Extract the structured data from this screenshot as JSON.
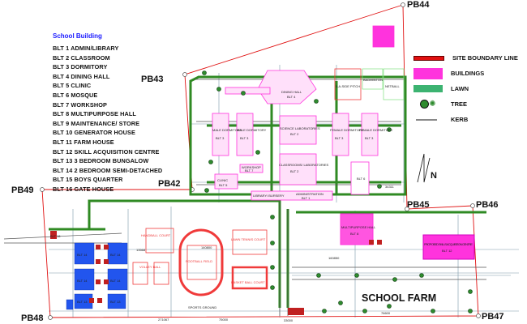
{
  "building_list": {
    "title": "School Building",
    "items": [
      "BLT 1  ADMIN/LIBRARY",
      "BLT 2  CLASSROOM",
      "BLT 3  DORMITORY",
      "BLT 4  DINING HALL",
      "BLT 5  CLINIC",
      "BLT 6  MOSQUE",
      "BLT 7  WORKSHOP",
      "BLT 8  MULTIPURPOSE HALL",
      "BLT 9  MAINTENANCE/ STORE",
      "BLT 10  GENERATOR HOUSE",
      "BLT 11  FARM HOUSE",
      "BLT 12  SKILL ACQUISITION CENTRE",
      "BLT 13  3 BEDROOM BUNGALOW",
      "BLT 14  2 BEDROOM SEMI-DETACHED",
      "BLT 15  BOYS QUARTER",
      "BLT 16  GATE HOUSE"
    ]
  },
  "legend": [
    {
      "label": "SITE BOUNDARY LINE",
      "color": "#e01010"
    },
    {
      "label": "BUILDINGS",
      "color": "#ff33dd"
    },
    {
      "label": "LAWN",
      "color": "#3cb371"
    },
    {
      "label": "TREE",
      "color": "#2e8b2e"
    },
    {
      "label": "KERB",
      "color": "#888888"
    }
  ],
  "beacons": {
    "pb44": "PB44",
    "pb43": "PB43",
    "pb42": "PB42",
    "pb49": "PB49",
    "pb48": "PB48",
    "pb45": "PB45",
    "pb46": "PB46",
    "pb47": "PB47"
  },
  "plan_labels": {
    "male_dorm": "MALE DORMITORY",
    "female_dorm": "FEMALE DORMITORY",
    "blt3": "BLT 3",
    "science_labs": "SCIENCE LABORATORIES",
    "blt2": "BLT 2",
    "classrooms_labs": "CLASSROOMS/ LABORATORIES",
    "dining_hall": "DINING HALL",
    "blt4": "BLT 4",
    "workshop": "WORKSHOP",
    "blt7": "BLT 7",
    "library": "LIBRARY/ BURSERY",
    "administration": "ADMINISTRATION",
    "blt1": "BLT 1",
    "blt6": "BLT 6",
    "clinic": "CLINIC",
    "blt5": "BLT 5",
    "multipurpose": "MULTIPURPOSE HALL",
    "blt8": "BLT 8",
    "skill_centre": "PROPOSED SKILLS ACQUISITION CENTRE",
    "blt12": "BLT 12",
    "badminton": "BADMINTON",
    "netball": "NETBALL",
    "five_a_side": "5-A-SIDE PITCH",
    "handball": "HANDBALL COURT",
    "volleyball": "VOLLEY BALL",
    "football": "FOOTBALL FIELD",
    "lawn_tennis": "LAWN TENNIS COURT",
    "basketball": "BASKET BALL COURT",
    "sports_ground": "SPORTS GROUND",
    "school_farm": "SCHOOL FARM",
    "blt14": "BLT 14",
    "blt13": "BLT 13",
    "blt16": "BLT 16",
    "north": "N"
  },
  "dimensions": [
    "140800",
    "34311",
    "271067",
    "75000",
    "33000",
    "13568",
    "160850",
    "76600"
  ]
}
